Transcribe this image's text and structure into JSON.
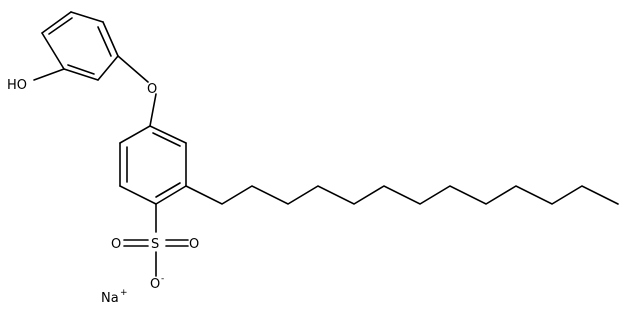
{
  "molecule": {
    "atoms": {
      "hydroxyl": "HO",
      "ether_oxygen": "O",
      "sulfur": "S",
      "sulfonyl_oxygen_left": "O",
      "sulfonyl_oxygen_right": "O",
      "sulfonate_oxygen": "O",
      "sulfonate_charge": "-",
      "counterion": "Na",
      "counterion_charge": "+"
    }
  }
}
